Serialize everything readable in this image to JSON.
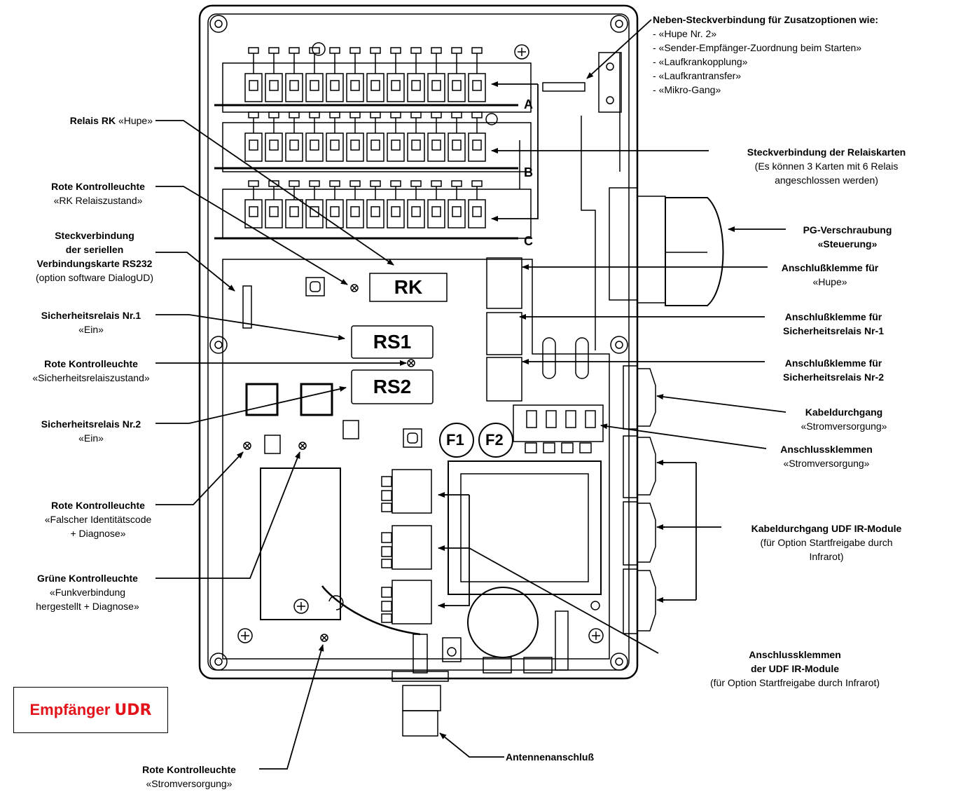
{
  "brand": {
    "prefix": "Empfänger",
    "model": "UDR",
    "color": "#e3131b"
  },
  "board_labels": {
    "rk": "RK",
    "rs1": "RS1",
    "rs2": "RS2",
    "row_a": "A",
    "row_b": "B",
    "row_c": "C",
    "f1": "F1",
    "f2": "F2"
  },
  "labels": {
    "neben": {
      "title": "Neben-Steckverbindung für Zusatzoptionen wie:",
      "items": [
        "- «Hupe Nr. 2»",
        "- «Sender-Empfänger-Zuordnung beim Starten»",
        "- «Laufkrankopplung»",
        "- «Laufkrantransfer»",
        "- «Mikro-Gang»"
      ]
    },
    "relais_rk": {
      "bold": "Relais RK",
      "normal": " «Hupe»"
    },
    "rote_rk": {
      "bold": "Rote Kontrolleuchte",
      "normal": "«RK Relaiszustand»"
    },
    "rs232": {
      "bold1": "Steckverbindung",
      "bold2": "der seriellen",
      "bold3": "Verbindungskarte RS232",
      "normal": "(option software DialogUD)"
    },
    "sich1": {
      "bold": "Sicherheitsrelais Nr.1",
      "normal": "«Ein»"
    },
    "rote_sich": {
      "bold": "Rote Kontrolleuchte",
      "normal": "«Sicherheitsrelaiszustand»"
    },
    "sich2": {
      "bold": "Sicherheitsrelais Nr.2",
      "normal": "«Ein»"
    },
    "rote_falsch": {
      "bold": "Rote Kontrolleuchte",
      "normal1": "«Falscher Identitätscode",
      "normal2": "+ Diagnose»"
    },
    "gruene": {
      "bold": "Grüne Kontrolleuchte",
      "normal1": "«Funkverbindung",
      "normal2": "hergestellt + Diagnose»"
    },
    "rote_strom": {
      "bold": "Rote Kontrolleuchte",
      "normal": "«Stromversorgung»"
    },
    "steck_relais": {
      "bold": "Steckverbindung der Relaiskarten",
      "normal1": "(Es können 3 Karten mit 6 Relais",
      "normal2": "angeschlossen werden)"
    },
    "pg": {
      "bold1": "PG-Verschraubung",
      "bold2": "«Steuerung»"
    },
    "klemme_hupe": {
      "bold": "Anschlußklemme für",
      "normal": "«Hupe»"
    },
    "klemme_s1": {
      "bold1": "Anschlußklemme für",
      "bold2": "Sicherheitsrelais Nr-1"
    },
    "klemme_s2": {
      "bold1": "Anschlußklemme für",
      "bold2": "Sicherheitsrelais Nr-2"
    },
    "kabel_strom": {
      "bold": "Kabeldurchgang",
      "normal": "«Stromversorgung»"
    },
    "klemmen_strom": {
      "bold": "Anschlussklemmen",
      "normal": "«Stromversorgung»"
    },
    "kabel_udf": {
      "bold": "Kabeldurchgang UDF IR-Module",
      "normal1": "(für Option Startfreigabe durch",
      "normal2": "Infrarot)"
    },
    "klemmen_udf": {
      "bold1": "Anschlussklemmen",
      "bold2": "der UDF IR-Module",
      "normal": "(für Option Startfreigabe durch Infrarot)"
    },
    "antenne": {
      "bold": "Antennenanschluß"
    }
  }
}
